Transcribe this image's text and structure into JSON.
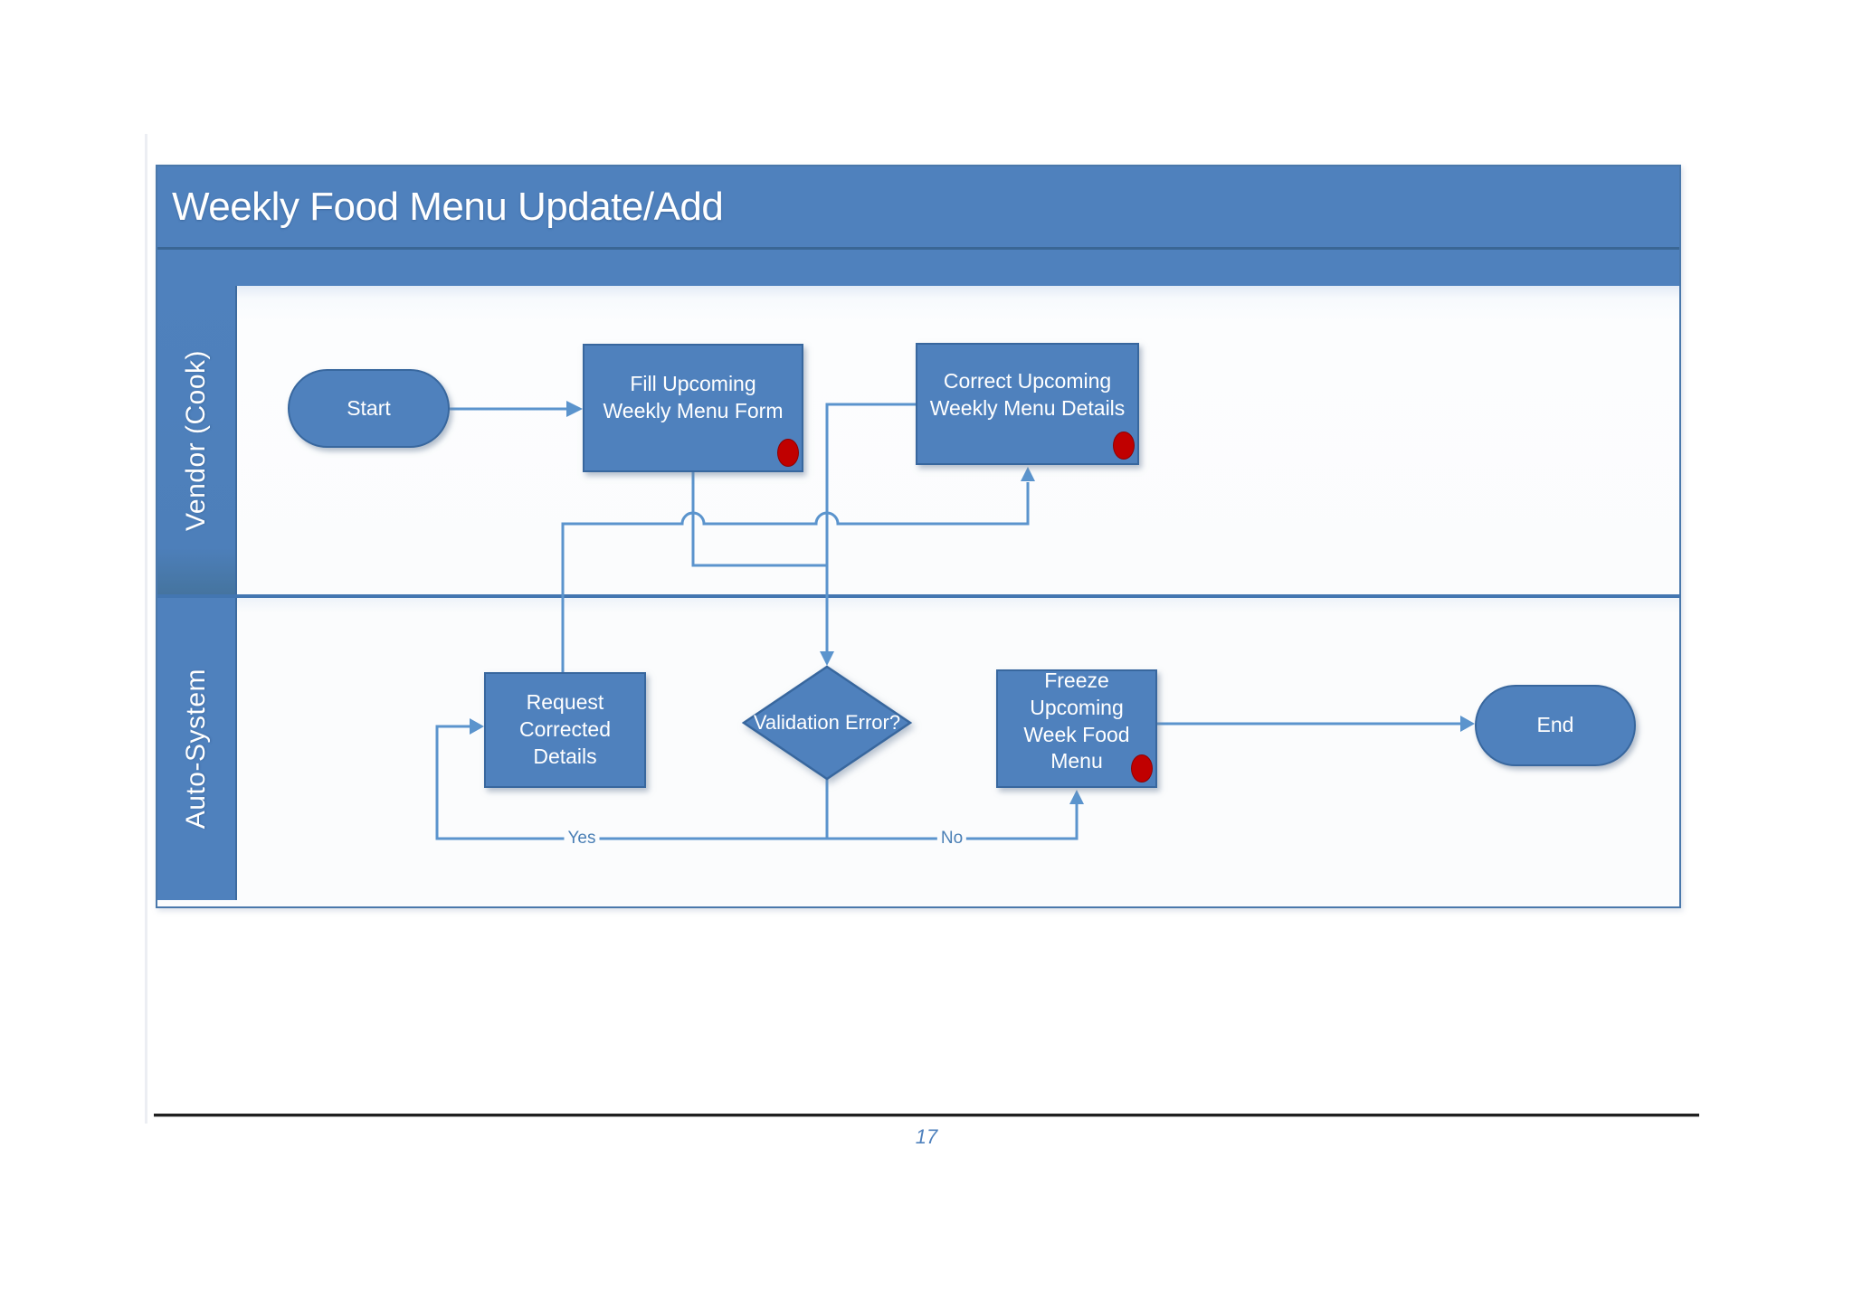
{
  "page": {
    "number": "17"
  },
  "diagram": {
    "title": "Weekly Food Menu Update/Add",
    "lanes": [
      {
        "label": "Vendor (Cook)"
      },
      {
        "label": "Auto-System"
      }
    ],
    "nodes": {
      "start": "Start",
      "fill_form": "Fill Upcoming Weekly Menu Form",
      "correct_details": "Correct Upcoming Weekly Menu Details",
      "request_corrected": "Request Corrected Details",
      "validation_error": "Validation Error?",
      "freeze_menu": "Freeze Upcoming Week Food Menu",
      "end": "End"
    },
    "edge_labels": {
      "yes": "Yes",
      "no": "No"
    },
    "edges": [
      {
        "from": "start",
        "to": "fill_form",
        "label": ""
      },
      {
        "from": "fill_form",
        "to": "validation_error",
        "label": ""
      },
      {
        "from": "validation_error",
        "to": "request_corrected",
        "label": "Yes"
      },
      {
        "from": "request_corrected",
        "to": "correct_details",
        "label": ""
      },
      {
        "from": "correct_details",
        "to": "validation_error",
        "label": ""
      },
      {
        "from": "validation_error",
        "to": "freeze_menu",
        "label": "No"
      },
      {
        "from": "freeze_menu",
        "to": "end",
        "label": ""
      }
    ],
    "markers": {
      "red_dot_nodes": [
        "fill_form",
        "correct_details",
        "freeze_menu"
      ]
    },
    "colors": {
      "shape_fill": "#4f81bd",
      "shape_border": "#38679e",
      "connector": "#5b94cd",
      "lane_divider": "#4376b1",
      "red_marker": "#c00000",
      "header_text": "#ffffff",
      "page_number": "#4f81bd"
    }
  }
}
